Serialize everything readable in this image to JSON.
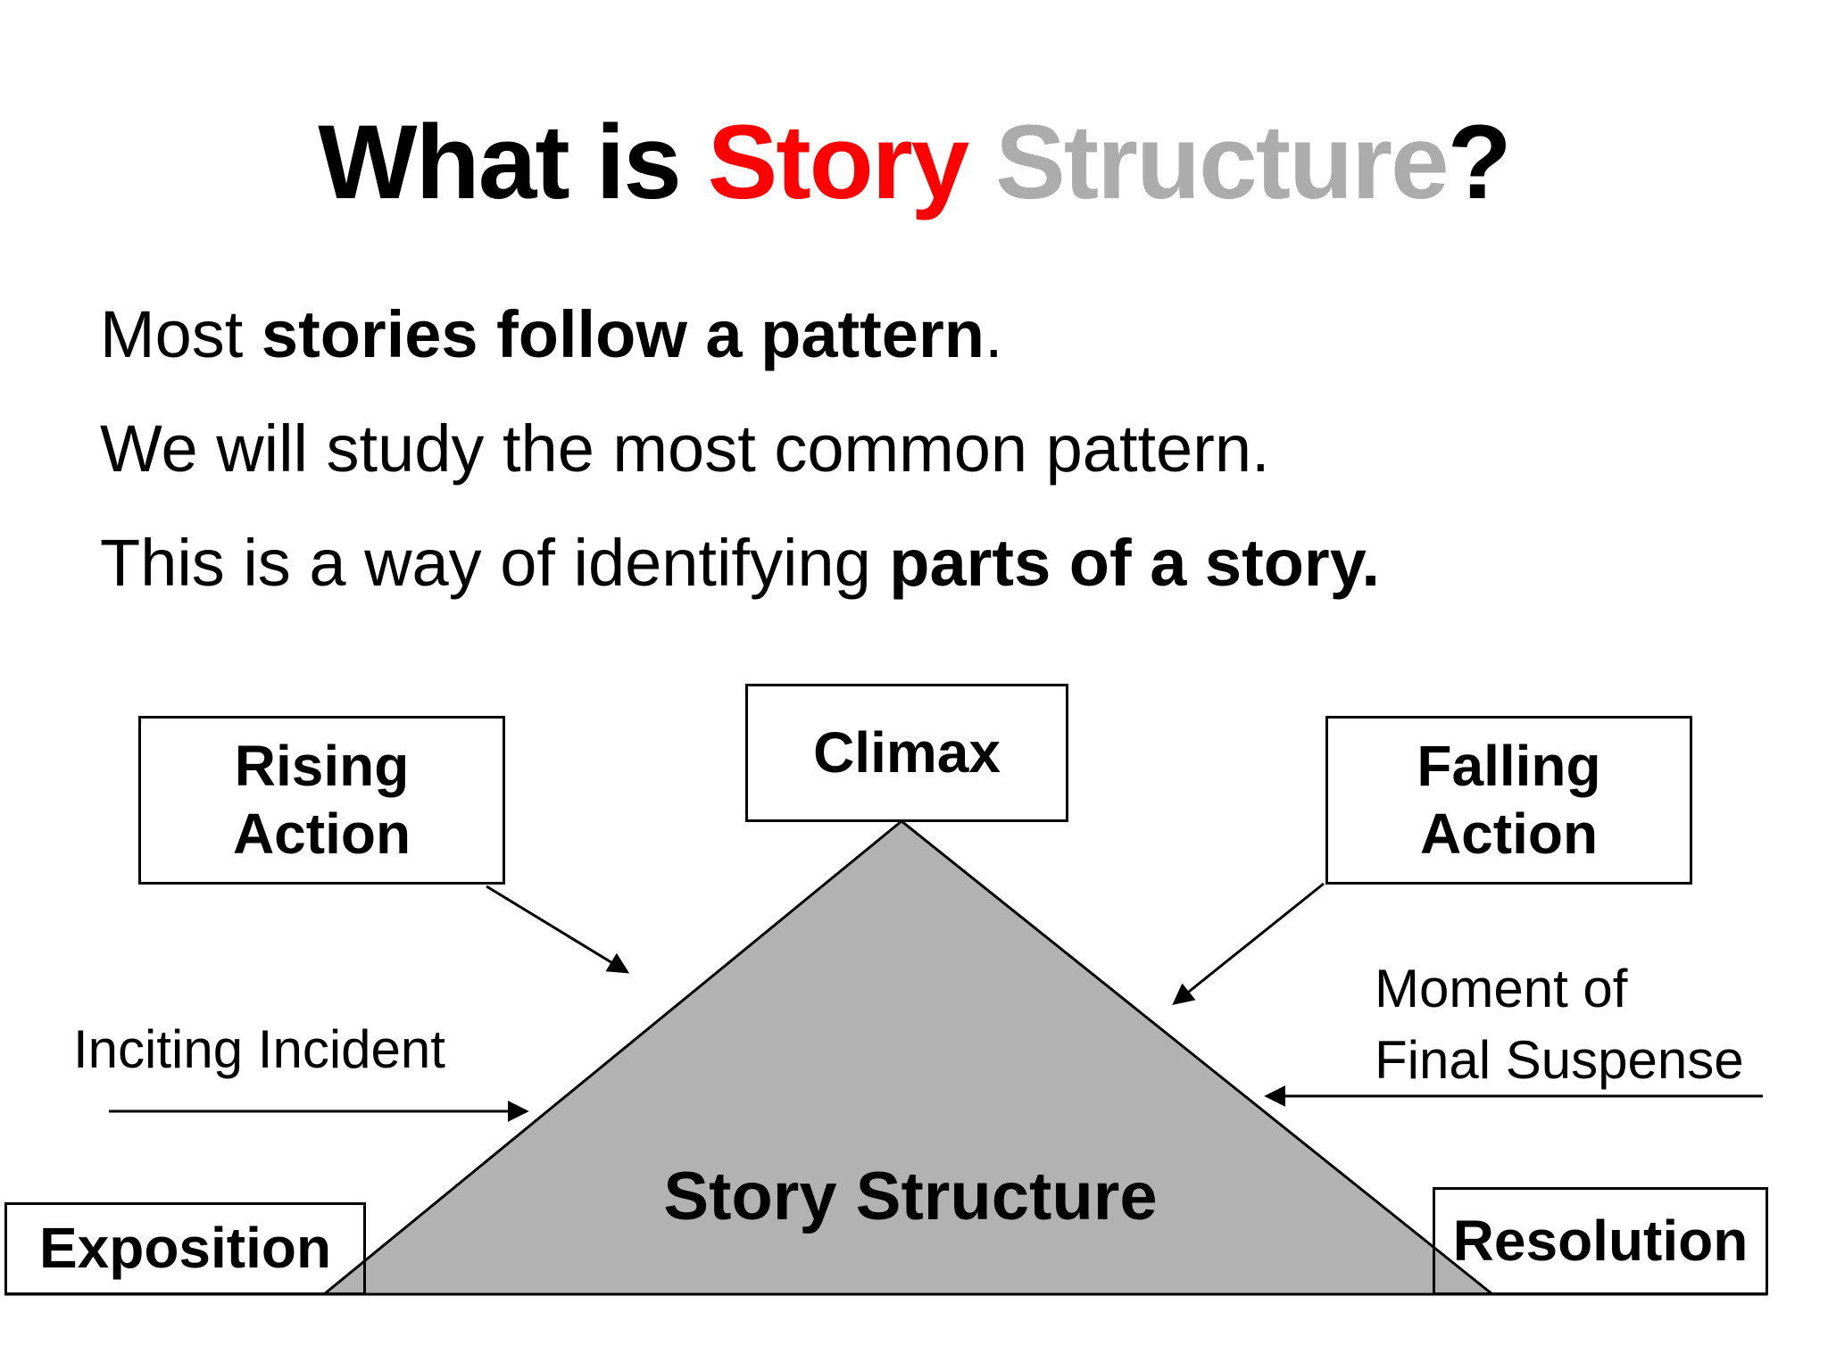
{
  "slide": {
    "title": {
      "part_black": "What is ",
      "part_red": "Story",
      "part_gray": " Structure",
      "part_question": "?"
    },
    "body": {
      "line1_prefix": "Most ",
      "line1_bold": "stories follow a pattern",
      "line1_suffix": ".",
      "line2": "We will study the most common pattern.",
      "line3_prefix": "This is a way of identifying ",
      "line3_bold": "parts of a story."
    }
  },
  "diagram": {
    "boxes": {
      "rising_action_line1": "Rising",
      "rising_action_line2": "Action",
      "climax": "Climax",
      "falling_action_line1": "Falling",
      "falling_action_line2": "Action",
      "exposition": "Exposition",
      "resolution": "Resolution"
    },
    "labels": {
      "inciting_incident": "Inciting Incident",
      "moment_of_line1": "Moment of",
      "moment_of_line2": "Final Suspense",
      "triangle_label": "Story Structure"
    }
  },
  "colors": {
    "background": "#FFFFFF",
    "text": "#000000",
    "title_red": "#FF0000",
    "title_gray": "#ACACAC",
    "triangle_fill": "#B3B2B3",
    "line": "#000000"
  }
}
